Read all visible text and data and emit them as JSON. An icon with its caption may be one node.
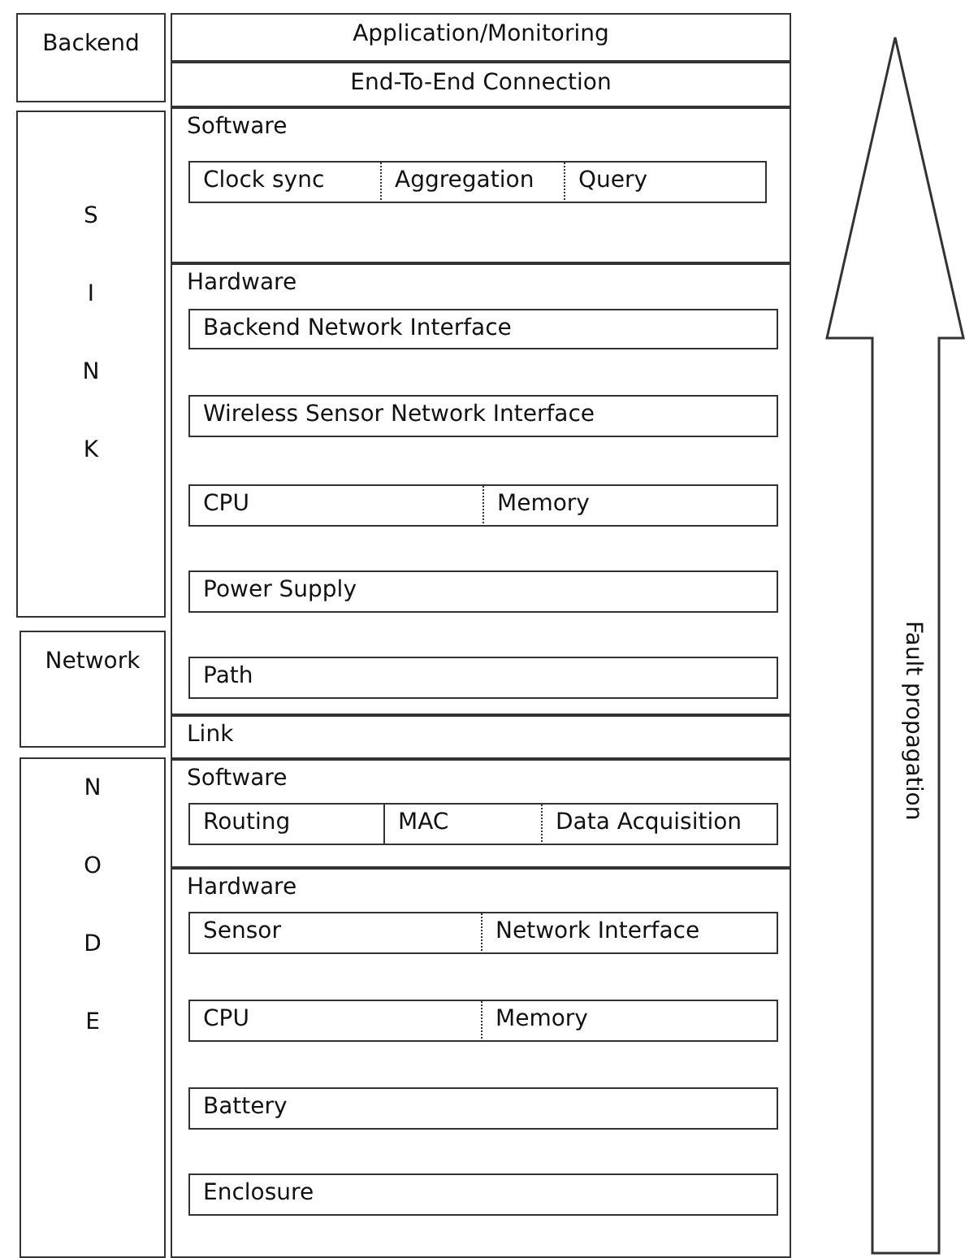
{
  "diagram": {
    "nodes": [
      {
        "text": [
          "Backend"
        ]
      },
      {
        "text": [
          "S I N K"
        ]
      },
      {
        "text": [
          "Network"
        ]
      },
      {
        "text": [
          "N O D E"
        ]
      },
      {
        "text": [
          "Application/Monitoring"
        ]
      },
      {
        "text": [
          "End-To-End Connection"
        ]
      },
      {
        "text": [
          "Software"
        ]
      },
      {
        "text": [
          "Clock sync"
        ],
        "in": 6
      },
      {
        "text": [
          "Aggregation"
        ],
        "in": 6
      },
      {
        "text": [
          "Query"
        ],
        "in": 6
      },
      {
        "text": [
          "Hardware"
        ]
      },
      {
        "text": [
          "Backend Network Interface"
        ],
        "in": 10
      },
      {
        "text": [
          "Wireless Sensor Network Interface"
        ],
        "in": 10
      },
      {
        "text": [
          "CPU"
        ],
        "in": 10
      },
      {
        "text": [
          "Memory"
        ],
        "in": 10
      },
      {
        "text": [
          "Power Supply"
        ],
        "in": 10
      },
      {
        "text": [
          "Path"
        ],
        "in": 10
      },
      {
        "text": [
          "Link"
        ]
      },
      {
        "text": [
          "Software"
        ]
      },
      {
        "text": [
          "Routing"
        ],
        "in": 18
      },
      {
        "text": [
          "MAC"
        ],
        "in": 18
      },
      {
        "text": [
          "Data Acquisition"
        ],
        "in": 18
      },
      {
        "text": [
          "Hardware"
        ]
      },
      {
        "text": [
          "Sensor"
        ],
        "in": 22
      },
      {
        "text": [
          "Network Interface"
        ],
        "in": 22
      },
      {
        "text": [
          "CPU"
        ],
        "in": 22
      },
      {
        "text": [
          "Memory"
        ],
        "in": 22
      },
      {
        "text": [
          "Battery"
        ],
        "in": 22
      },
      {
        "text": [
          "Enclosure"
        ],
        "in": 22
      },
      {
        "text": [
          "Fault propagation"
        ]
      }
    ]
  }
}
